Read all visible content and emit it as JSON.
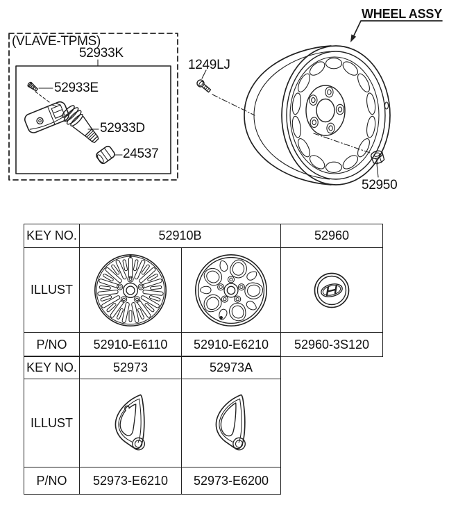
{
  "diagram": {
    "tpms_box_title": "(VLAVE-TPMS)",
    "labels": {
      "sensor_assembly": "52933K",
      "sensor_screw": "52933E",
      "valve_stem": "52933D",
      "valve_cap": "24537",
      "hub_bolt": "1249LJ",
      "wheel_assy": "WHEEL ASSY",
      "wheel_nut": "52950"
    }
  },
  "parts_table": {
    "row_headers": {
      "key_no": "KEY NO.",
      "illust": "ILLUST",
      "p_no": "P/NO"
    },
    "section1": {
      "key_nos": [
        "52910B",
        "52960"
      ],
      "part_nos": [
        "52910-E6110",
        "52910-E6210",
        "52960-3S120"
      ],
      "illustrations": [
        "multi-spoke-alloy-wheel",
        "five-spoke-alloy-wheel",
        "hyundai-center-cap"
      ]
    },
    "section2": {
      "key_nos": [
        "52973",
        "52973A"
      ],
      "part_nos": [
        "52973-E6210",
        "52973-E6200"
      ],
      "illustrations": [
        "wheel-aero-insert-a",
        "wheel-aero-insert-b"
      ]
    }
  },
  "colors": {
    "line": "#222222",
    "text": "#111111",
    "background": "#ffffff"
  }
}
